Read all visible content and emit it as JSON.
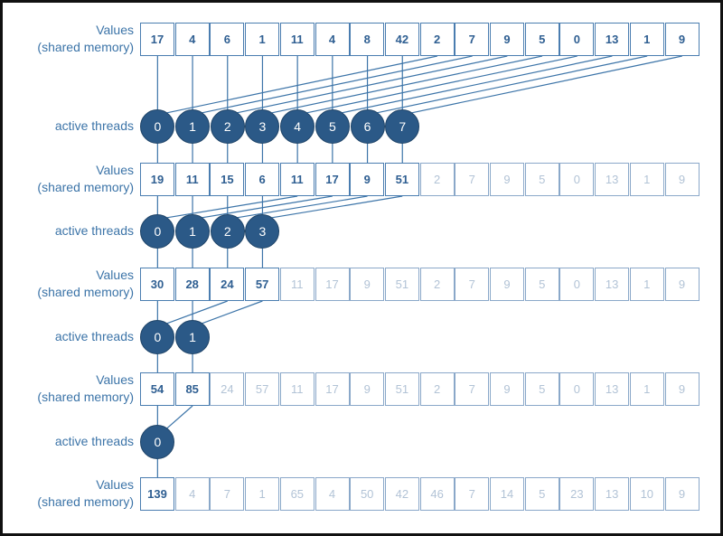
{
  "labels": {
    "values_line1": "Values",
    "values_line2": "(shared memory)",
    "active_threads": "active threads"
  },
  "colors": {
    "line": "#3c74a8",
    "cell_border": "#4a7db0",
    "active_text": "#2f5f92",
    "inactive_text": "#b2c3d6",
    "thread_fill": "#2b5987",
    "label_text": "#3c74a8"
  },
  "rows": [
    {
      "active_count": 16,
      "values": [
        "17",
        "4",
        "6",
        "1",
        "11",
        "4",
        "8",
        "42",
        "2",
        "7",
        "9",
        "5",
        "0",
        "13",
        "1",
        "9"
      ]
    },
    {
      "active_count": 8,
      "values": [
        "19",
        "11",
        "15",
        "6",
        "11",
        "17",
        "9",
        "51",
        "2",
        "7",
        "9",
        "5",
        "0",
        "13",
        "1",
        "9"
      ]
    },
    {
      "active_count": 4,
      "values": [
        "30",
        "28",
        "24",
        "57",
        "11",
        "17",
        "9",
        "51",
        "2",
        "7",
        "9",
        "5",
        "0",
        "13",
        "1",
        "9"
      ]
    },
    {
      "active_count": 2,
      "values": [
        "54",
        "85",
        "24",
        "57",
        "11",
        "17",
        "9",
        "51",
        "2",
        "7",
        "9",
        "5",
        "0",
        "13",
        "1",
        "9"
      ]
    },
    {
      "active_count": 1,
      "values": [
        "139",
        "4",
        "7",
        "1",
        "65",
        "4",
        "50",
        "42",
        "46",
        "7",
        "14",
        "5",
        "23",
        "13",
        "10",
        "9"
      ]
    }
  ],
  "thread_stages": [
    {
      "threads": [
        "0",
        "1",
        "2",
        "3",
        "4",
        "5",
        "6",
        "7"
      ]
    },
    {
      "threads": [
        "0",
        "1",
        "2",
        "3"
      ]
    },
    {
      "threads": [
        "0",
        "1"
      ]
    },
    {
      "threads": [
        "0"
      ]
    }
  ]
}
